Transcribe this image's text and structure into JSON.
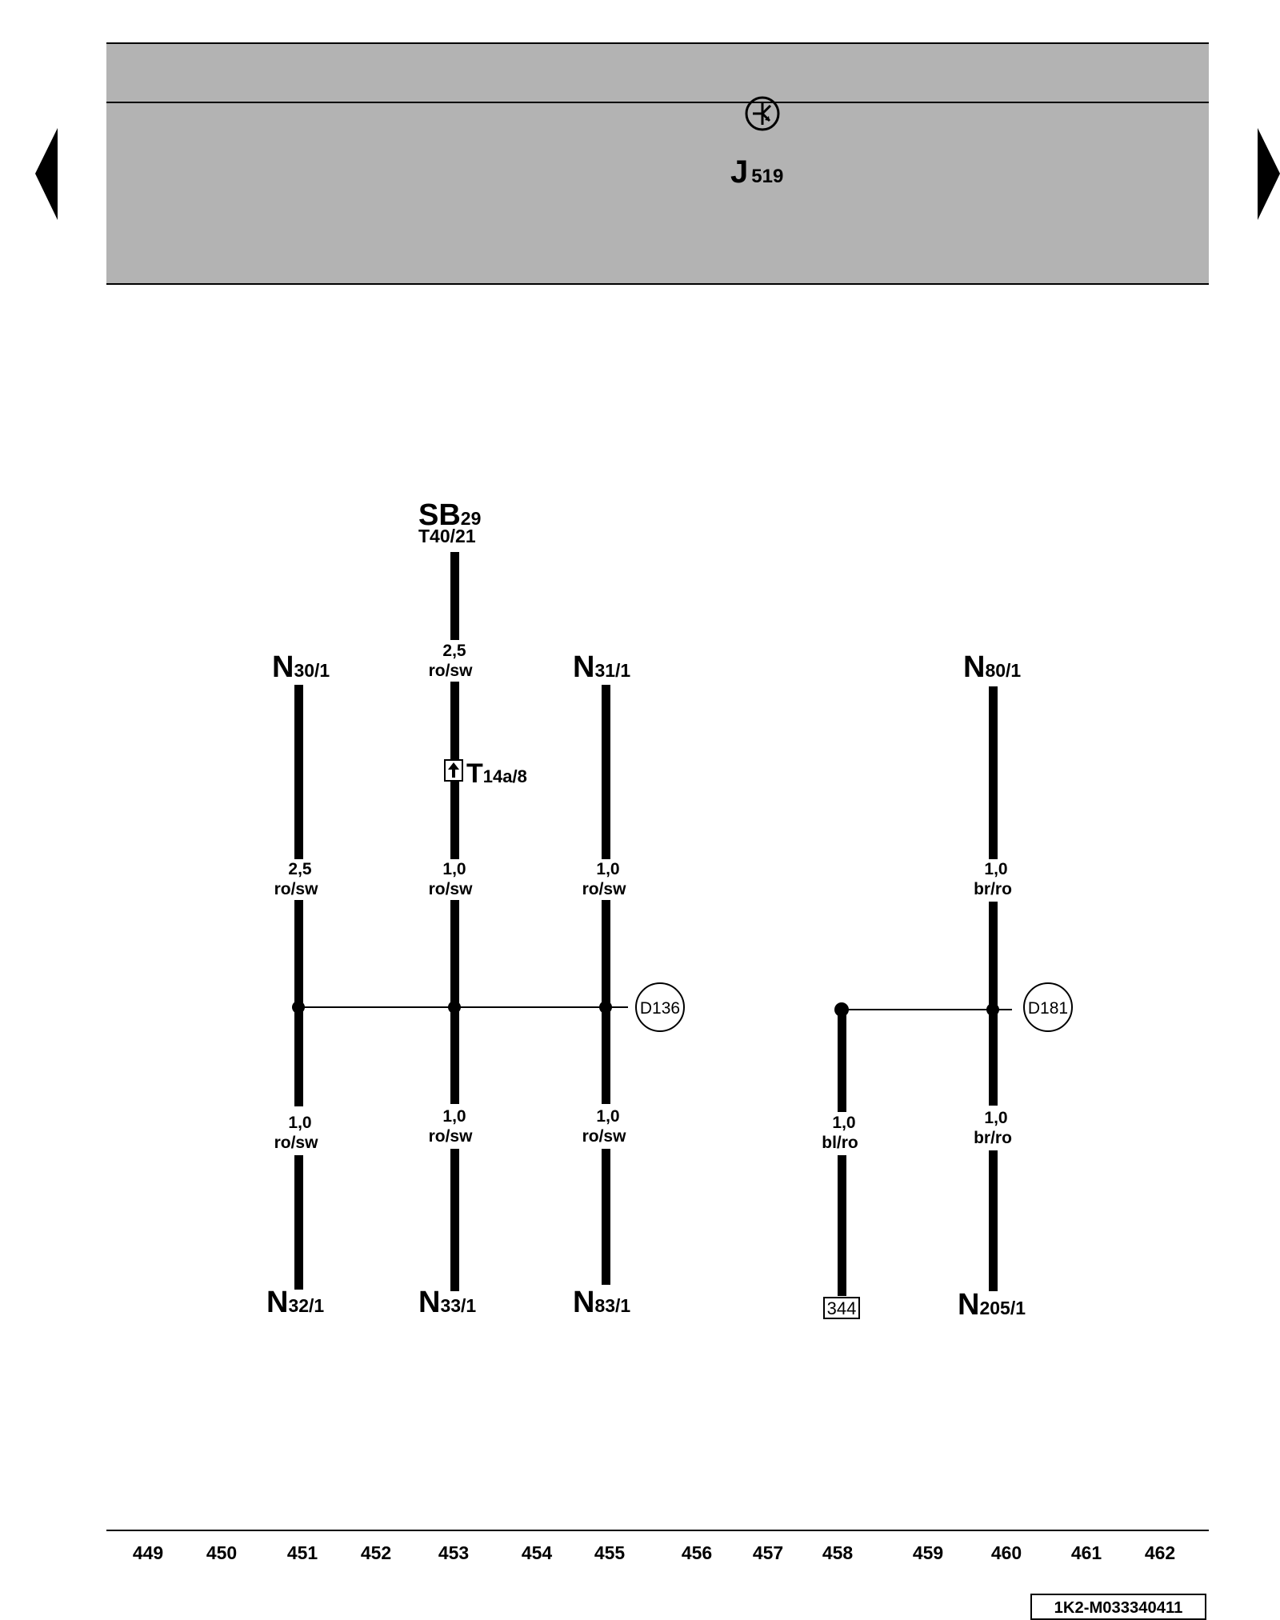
{
  "header": {
    "symbol": "ground-symbol",
    "module": "J",
    "module_sub": "519"
  },
  "nav": {
    "prev": "prev-page-arrow",
    "next": "next-page-arrow"
  },
  "source": {
    "name": "SB",
    "sub": "29",
    "connector": "T40/21"
  },
  "connector": {
    "name": "T",
    "sub": "14a/8"
  },
  "nodes": {
    "n30": {
      "name": "N",
      "sub": "30/1"
    },
    "n31": {
      "name": "N",
      "sub": "31/1"
    },
    "n80": {
      "name": "N",
      "sub": "80/1"
    },
    "n32": {
      "name": "N",
      "sub": "32/1"
    },
    "n33": {
      "name": "N",
      "sub": "33/1"
    },
    "n83": {
      "name": "N",
      "sub": "83/1"
    },
    "n205": {
      "name": "N",
      "sub": "205/1"
    },
    "ref344": "344"
  },
  "splices": {
    "d136": "D136",
    "d181": "D181"
  },
  "wires": {
    "w1_size": "2,5",
    "w1_color": "ro/sw",
    "w2_size": "2,5",
    "w2_color": "ro/sw",
    "w3_size": "1,0",
    "w3_color": "ro/sw",
    "w4_size": "1,0",
    "w4_color": "ro/sw",
    "w5_size": "1,0",
    "w5_color": "br/ro",
    "w6_size": "1,0",
    "w6_color": "ro/sw",
    "w7_size": "1,0",
    "w7_color": "ro/sw",
    "w8_size": "1,0",
    "w8_color": "ro/sw",
    "w9_size": "1,0",
    "w9_color": "bl/ro",
    "w10_size": "1,0",
    "w10_color": "br/ro"
  },
  "columns": [
    "449",
    "450",
    "451",
    "452",
    "453",
    "454",
    "455",
    "456",
    "457",
    "458",
    "459",
    "460",
    "461",
    "462"
  ],
  "doc_id": "1K2-M033340411"
}
